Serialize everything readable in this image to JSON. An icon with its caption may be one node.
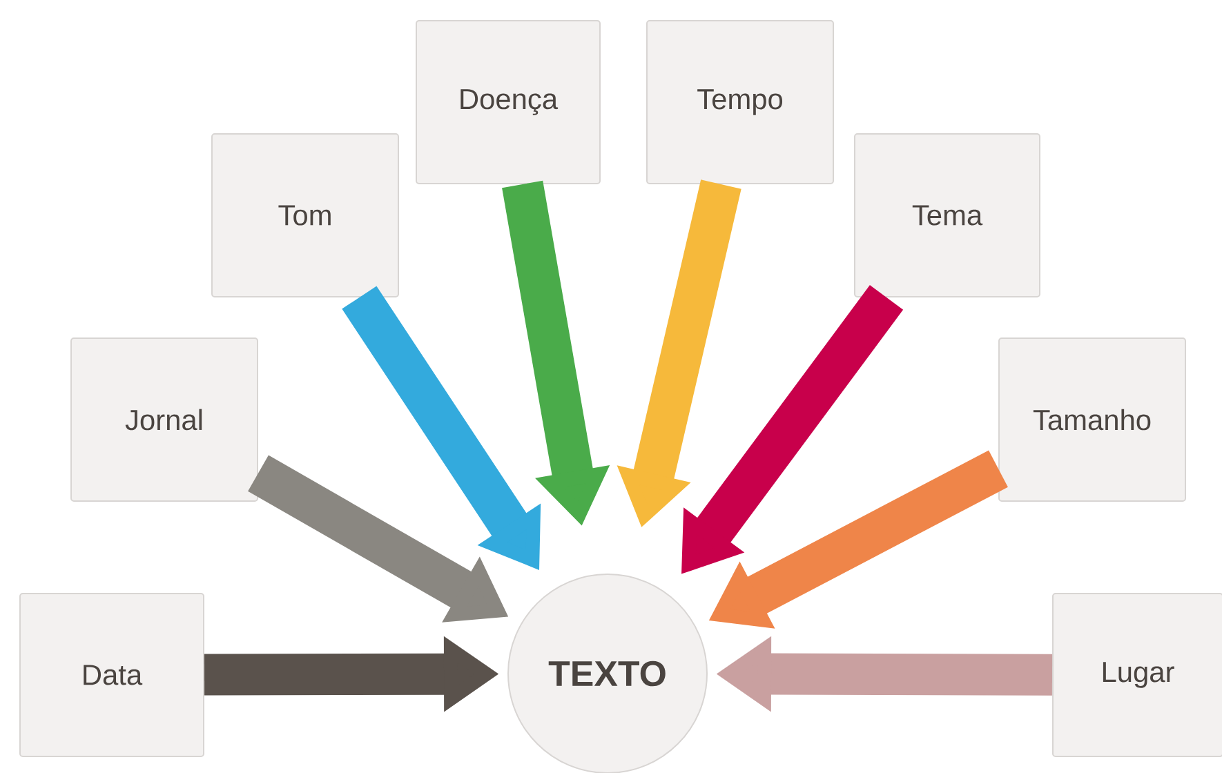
{
  "diagram": {
    "nodes": [
      {
        "text": [
          "Data"
        ]
      },
      {
        "text": [
          "Jornal"
        ]
      },
      {
        "text": [
          "Tom"
        ]
      },
      {
        "text": [
          "Doença"
        ]
      },
      {
        "text": [
          "Tempo"
        ]
      },
      {
        "text": [
          "Tema"
        ]
      },
      {
        "text": [
          "Tamanho"
        ]
      },
      {
        "text": [
          "Lugar"
        ]
      },
      {
        "text": [
          "TEXTO"
        ]
      }
    ],
    "edges": [
      {
        "from": 0,
        "to": 8,
        "arrow": "to",
        "color": "#5a524c"
      },
      {
        "from": 1,
        "to": 8,
        "arrow": "to",
        "color": "#8a8781"
      },
      {
        "from": 2,
        "to": 8,
        "arrow": "to",
        "color": "#33aadd"
      },
      {
        "from": 3,
        "to": 8,
        "arrow": "to",
        "color": "#4aab4a"
      },
      {
        "from": 4,
        "to": 8,
        "arrow": "to",
        "color": "#f6b93b"
      },
      {
        "from": 5,
        "to": 8,
        "arrow": "to",
        "color": "#c8004b"
      },
      {
        "from": 6,
        "to": 8,
        "arrow": "to",
        "color": "#ef8549"
      },
      {
        "from": 7,
        "to": 8,
        "arrow": "to",
        "color": "#c9a0a0"
      }
    ]
  }
}
